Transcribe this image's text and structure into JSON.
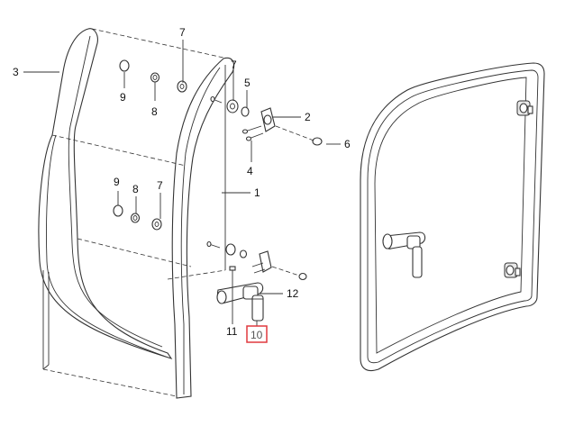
{
  "diagram": {
    "callouts": [
      {
        "id": "c3",
        "text": "3"
      },
      {
        "id": "c7a",
        "text": "7"
      },
      {
        "id": "c9a",
        "text": "9"
      },
      {
        "id": "c8a",
        "text": "8"
      },
      {
        "id": "c7b",
        "text": "7"
      },
      {
        "id": "c5",
        "text": "5"
      },
      {
        "id": "c2",
        "text": "2"
      },
      {
        "id": "c6",
        "text": "6"
      },
      {
        "id": "c4",
        "text": "4"
      },
      {
        "id": "c1",
        "text": "1"
      },
      {
        "id": "c9b",
        "text": "9"
      },
      {
        "id": "c8b",
        "text": "8"
      },
      {
        "id": "c7c",
        "text": "7"
      },
      {
        "id": "c12",
        "text": "12"
      },
      {
        "id": "c11",
        "text": "11"
      },
      {
        "id": "c10",
        "text": "10"
      }
    ],
    "highlighted_callout": "10",
    "highlight_color": "#e0393e"
  }
}
